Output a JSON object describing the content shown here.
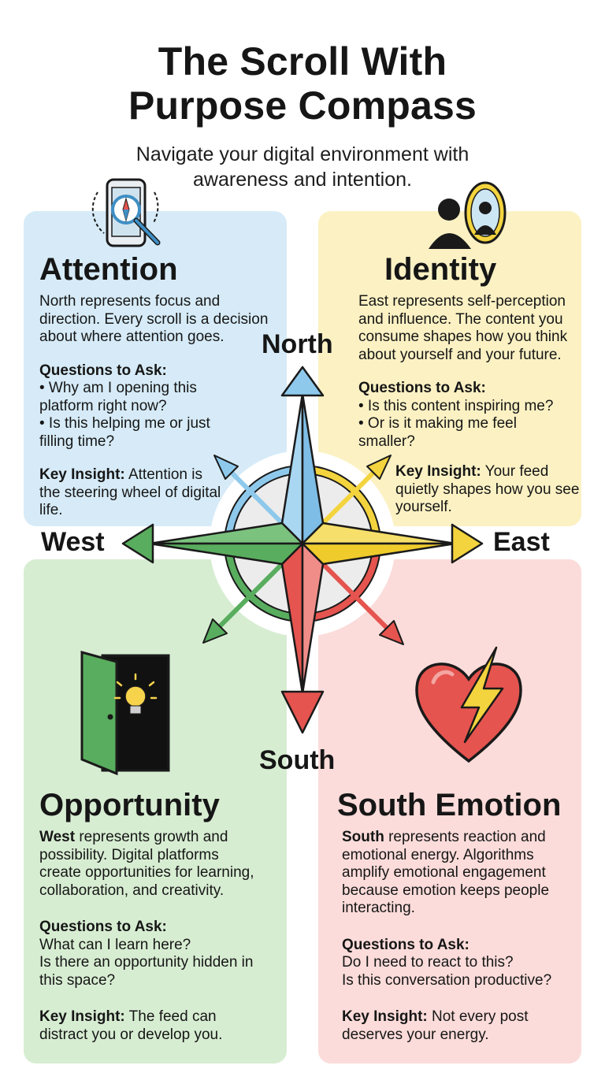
{
  "title": {
    "line1": "The Scroll With",
    "line2": "Purpose Compass"
  },
  "subtitle": {
    "line1": "Navigate your digital environment with",
    "line2": "awareness and intention."
  },
  "directions": {
    "north": "North",
    "south": "South",
    "east": "East",
    "west": "West"
  },
  "colors": {
    "north": "#8ec9ec",
    "east": "#f3d43e",
    "south": "#e5544f",
    "west": "#59ad5e"
  },
  "icons": {
    "attention": "phone-compass-magnifier-icon",
    "identity": "mirror-silhouette-icon",
    "opportunity": "open-door-lightbulb-icon",
    "emotion": "heart-lightning-icon"
  },
  "attention": {
    "heading": "Attention",
    "desc": [
      "North represents focus and",
      "direction. Every scroll is a decision",
      "about where attention goes."
    ],
    "questions_label": "Questions to Ask:",
    "questions": [
      "• Why am I opening this",
      "platform right now?",
      "• Is this helping me or just",
      "filling time?"
    ],
    "insight_label": "Key Insight:",
    "insight_lines": [
      " Attention is",
      "the steering wheel of digital",
      "life."
    ]
  },
  "identity": {
    "heading": "Identity",
    "desc": [
      "East represents self-perception",
      "and influence. The content you",
      "consume shapes how you think",
      "about yourself and your future."
    ],
    "questions_label": "Questions to Ask:",
    "questions": [
      "• Is this content inspiring me?",
      "• Or is it making me feel",
      "smaller?"
    ],
    "insight_label": "Key Insight:",
    "insight_lines": [
      " Your feed",
      "quietly shapes how you see",
      "yourself."
    ]
  },
  "opportunity": {
    "heading": "Opportunity",
    "desc_bold": "West",
    "desc_lines": [
      " represents growth and",
      "possibility. Digital platforms",
      "create opportunities for learning,",
      "collaboration, and creativity."
    ],
    "questions_label": "Questions to Ask:",
    "questions": [
      "What can I learn here?",
      "Is there an opportunity hidden in",
      "this space?"
    ],
    "insight_label": "Key Insight:",
    "insight_lines": [
      " The feed can",
      "distract you or develop you."
    ]
  },
  "emotion": {
    "heading": "South Emotion",
    "desc_bold": "South",
    "desc_lines": [
      " represents reaction and",
      "emotional energy. Algorithms",
      "amplify emotional engagement",
      "because emotion keeps people",
      "interacting."
    ],
    "questions_label": "Questions to Ask:",
    "questions": [
      "Do I need to react to this?",
      "Is this conversation productive?"
    ],
    "insight_label": "Key Insight:",
    "insight_lines": [
      " Not every post",
      "deserves your energy."
    ]
  }
}
